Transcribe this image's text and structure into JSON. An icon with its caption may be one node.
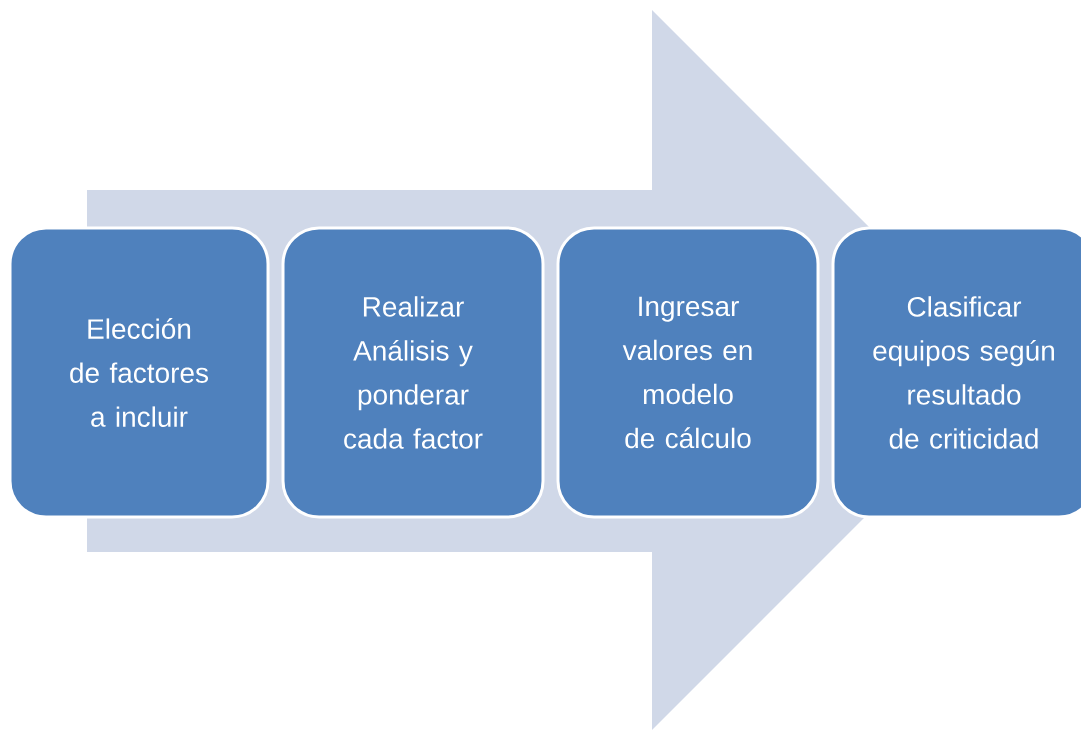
{
  "diagram": {
    "nodes": [
      {
        "text": [
          "Elección de factores a incluir"
        ]
      },
      {
        "text": [
          "Realizar Análisis y ponderar cada factor"
        ]
      },
      {
        "text": [
          "Ingresar valores en modelo de cálculo"
        ]
      },
      {
        "text": [
          "Clasificar equipos según resultado de criticidad"
        ]
      }
    ],
    "edges": [
      {
        "from": 0,
        "to": 3,
        "arrow": "to"
      }
    ]
  }
}
